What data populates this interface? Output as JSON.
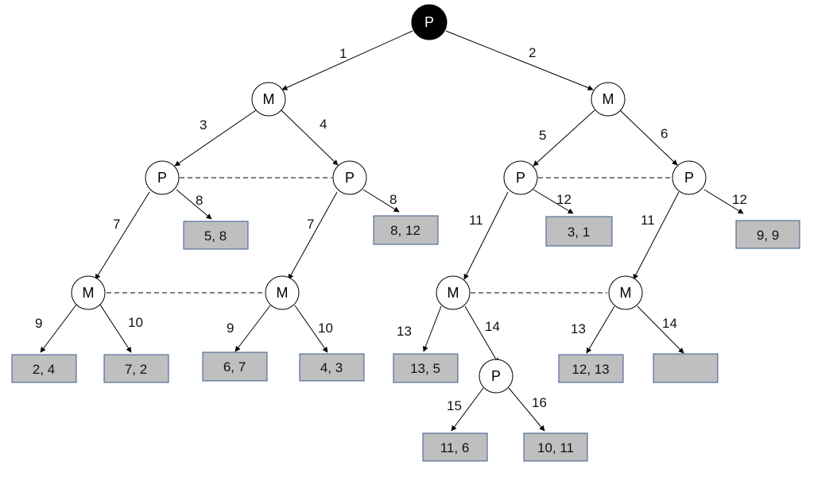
{
  "nodes": {
    "root": "P",
    "m_left": "M",
    "m_right": "M",
    "p_ll": "P",
    "p_lr": "P",
    "p_rl": "P",
    "p_rr": "P",
    "m_ll": "M",
    "m_lr": "M",
    "m_rl": "M",
    "m_rr": "M",
    "p_bottom": "P"
  },
  "edges": {
    "e1": "1",
    "e2": "2",
    "e3": "3",
    "e4": "4",
    "e5": "5",
    "e6": "6",
    "e8a": "8",
    "e8b": "8",
    "e12a": "12",
    "e12b": "12",
    "e7a": "7",
    "e7b": "7",
    "e11a": "11",
    "e11b": "11",
    "e9a": "9",
    "e10a": "10",
    "e9b": "9",
    "e10b": "10",
    "e13a": "13",
    "e14a": "14",
    "e13b": "13",
    "e14b": "14",
    "e15": "15",
    "e16": "16"
  },
  "leaves": {
    "l_58": "5, 8",
    "l_812": "8, 12",
    "l_31": "3, 1",
    "l_99": "9, 9",
    "l_24": "2, 4",
    "l_72": "7, 2",
    "l_67": "6, 7",
    "l_43": "4, 3",
    "l_135": "13, 5",
    "l_1213": "12, 13",
    "l_empty": "",
    "l_116": "11, 6",
    "l_1011": "10, 11"
  },
  "colors": {
    "root_fill": "#000000",
    "node_fill": "#ffffff",
    "leaf_fill": "#bfbfbf",
    "leaf_stroke": "#3a5a8c",
    "line": "#000000"
  }
}
